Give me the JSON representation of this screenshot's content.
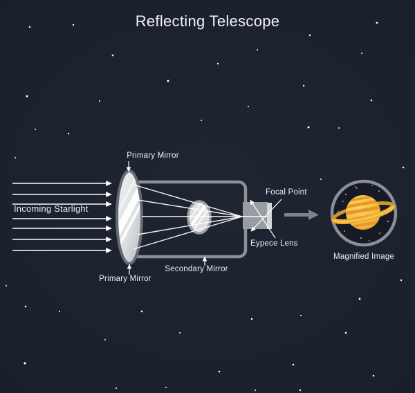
{
  "title": "Reflecting Telescope",
  "labels": {
    "incoming_starlight": "Incoming Starlight",
    "primary_mirror_top": "Primary Mirror",
    "primary_mirror_bottom": "Primary Mirror",
    "secondary_mirror": "Secondary Mirror",
    "focal_point": "Focal Point",
    "eyepiece_lens": "Eypece Lens",
    "magnified_image": "Magnified Image"
  },
  "colors": {
    "background": "#1b212c",
    "text": "#eef0f2",
    "ray": "#ffffff",
    "tube": "#8b9096",
    "mirror_fill": "#dfe1e3",
    "mirror_border": "#666b72",
    "secondary_mirror_border": "#9aa0a6",
    "eyepiece_block": "#979da3",
    "lens": "#d4d7da",
    "direction_arrow": "#7f848a",
    "view_circle_border": "#8a9096",
    "view_circle_fill": "#151a24",
    "planet_body": "#f8bb3e",
    "planet_stripe": "#e6982d",
    "planet_ring": "#eeab39",
    "star": "#ffffff"
  },
  "decor": {
    "stars": [
      [
        43,
        39,
        1.2
      ],
      [
        106,
        36,
        1.2
      ],
      [
        163,
        80,
        1.3
      ],
      [
        243,
        117,
        1.5
      ],
      [
        315,
        92,
        1.2
      ],
      [
        372,
        72,
        1.0
      ],
      [
        448,
        51,
        1.2
      ],
      [
        545,
        33,
        1.4
      ],
      [
        523,
        77,
        1.0
      ],
      [
        39,
        139,
        1.5
      ],
      [
        144,
        146,
        1.0
      ],
      [
        439,
        124,
        1.2
      ],
      [
        537,
        145,
        1.3
      ],
      [
        359,
        154,
        1.0
      ],
      [
        291,
        174,
        1.0
      ],
      [
        446,
        184,
        1.5
      ],
      [
        490,
        185,
        1.0
      ],
      [
        51,
        187,
        1.0
      ],
      [
        99,
        193,
        1.2
      ],
      [
        22,
        228,
        1.0
      ],
      [
        583,
        242,
        1.3
      ],
      [
        464,
        259,
        1.0
      ],
      [
        9,
        413,
        1.0
      ],
      [
        580,
        405,
        1.2
      ],
      [
        37,
        443,
        1.3
      ],
      [
        86,
        450,
        1.0
      ],
      [
        205,
        450,
        1.3
      ],
      [
        520,
        432,
        1.4
      ],
      [
        435,
        456,
        1.0
      ],
      [
        364,
        461,
        1.3
      ],
      [
        260,
        481,
        1.0
      ],
      [
        500,
        481,
        1.3
      ],
      [
        152,
        491,
        1.0
      ],
      [
        36,
        525,
        1.6
      ],
      [
        424,
        527,
        1.3
      ],
      [
        317,
        537,
        1.3
      ],
      [
        540,
        543,
        1.3
      ],
      [
        240,
        560,
        1.0
      ],
      [
        168,
        561,
        1.0
      ],
      [
        369,
        564,
        1.0
      ],
      [
        434,
        564,
        1.2
      ]
    ],
    "magnified_stars": [
      [
        500,
        281,
        0.9
      ],
      [
        548,
        276,
        0.8
      ],
      [
        514,
        270,
        0.8
      ],
      [
        558,
        295,
        0.9
      ],
      [
        498,
        334,
        0.8
      ],
      [
        522,
        344,
        0.9
      ],
      [
        549,
        337,
        0.8
      ],
      [
        489,
        306,
        0.8
      ],
      [
        561,
        320,
        0.9
      ],
      [
        516,
        272,
        0.7
      ],
      [
        538,
        268,
        0.8
      ],
      [
        496,
        291,
        0.7
      ],
      [
        534,
        348,
        0.7
      ],
      [
        565,
        303,
        0.8
      ]
    ]
  }
}
